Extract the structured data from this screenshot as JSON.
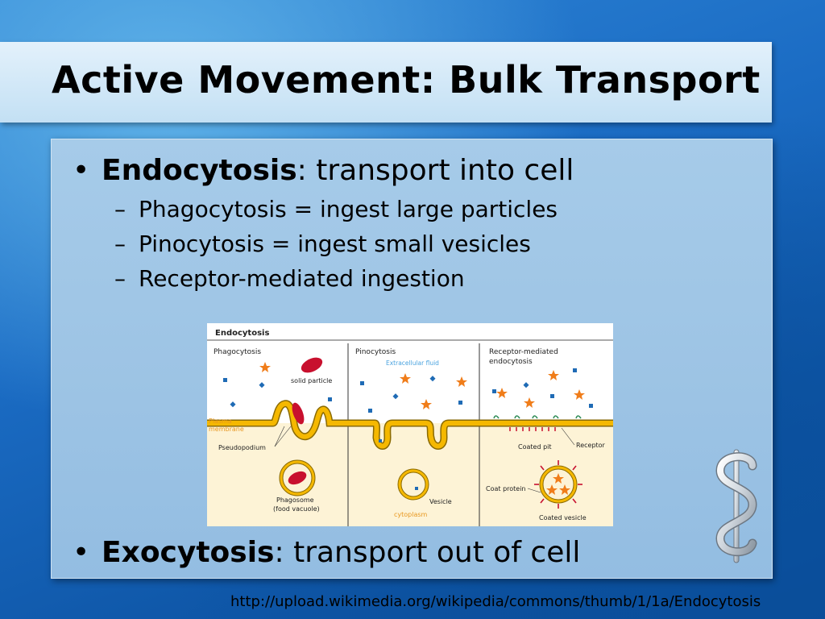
{
  "slide": {
    "title": "Active Movement: Bulk Transport",
    "bullets": [
      {
        "term": "Endocytosis",
        "rest": ": transport into cell"
      },
      {
        "term": "Exocytosis",
        "rest": ": transport out of cell"
      }
    ],
    "sub_bullets": [
      "Phagocytosis = ingest large particles",
      "Pinocytosis = ingest small vesicles",
      "Receptor-mediated ingestion"
    ],
    "bullet_glyph": "•",
    "dash_glyph": "–",
    "source_url": "http://upload.wikimedia.org/wikipedia/commons/thumb/1/1a/Endocytosis"
  },
  "figure": {
    "title": "Endocytosis",
    "panels": {
      "phago": "Phagocytosis",
      "pino": "Pinocytosis",
      "receptor_line1": "Receptor-mediated",
      "receptor_line2": "endocytosis"
    },
    "labels": {
      "solid_particle": "solid particle",
      "plasma": "Plasma",
      "membrane": "membrane",
      "pseudopodium": "Pseudopodium",
      "phagosome": "Phagosome",
      "food_vacuole": "(food vacuole)",
      "extracellular_fluid": "Extracellular fluid",
      "vesicle": "Vesicle",
      "cytoplasm": "cytoplasm",
      "coated_pit": "Coated pit",
      "receptor": "Receptor",
      "coat_protein": "Coat protein",
      "coated_vesicle": "Coated vesicle"
    },
    "colors": {
      "membrane": "#f5b800",
      "membrane_edge": "#8a6a00",
      "particle": "#c8102e",
      "star": "#f07d1a",
      "dot": "#1f6bb5",
      "label_orange": "#e8971f",
      "label_blue": "#4aa3df",
      "cytoplasm_fill": "#fdf3d6",
      "receptor": "#2e8b57",
      "coat": "#c8102e"
    }
  },
  "icons": {
    "caduceus": "caduceus-icon"
  }
}
